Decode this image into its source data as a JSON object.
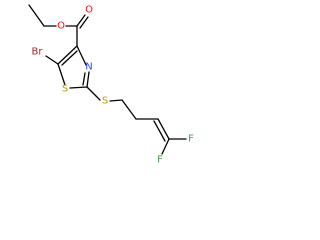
{
  "structure": {
    "atoms": {
      "bromine": {
        "label": "Br",
        "color": "#a62929"
      },
      "carbonyl_oxygen": {
        "label": "O",
        "color": "#ff0d0d"
      },
      "ester_oxygen": {
        "label": "O",
        "color": "#ff0d0d"
      },
      "ring_nitrogen": {
        "label": "N",
        "color": "#3050f8"
      },
      "ring_sulfur": {
        "label": "S",
        "color": "#b8a000"
      },
      "thioether_sulfur": {
        "label": "S",
        "color": "#b8a000"
      },
      "fluorine_1": {
        "label": "F",
        "color": "#4f9a4f"
      },
      "fluorine_2": {
        "label": "F",
        "color": "#4f9a4f"
      }
    },
    "bond_color": "#000000"
  }
}
